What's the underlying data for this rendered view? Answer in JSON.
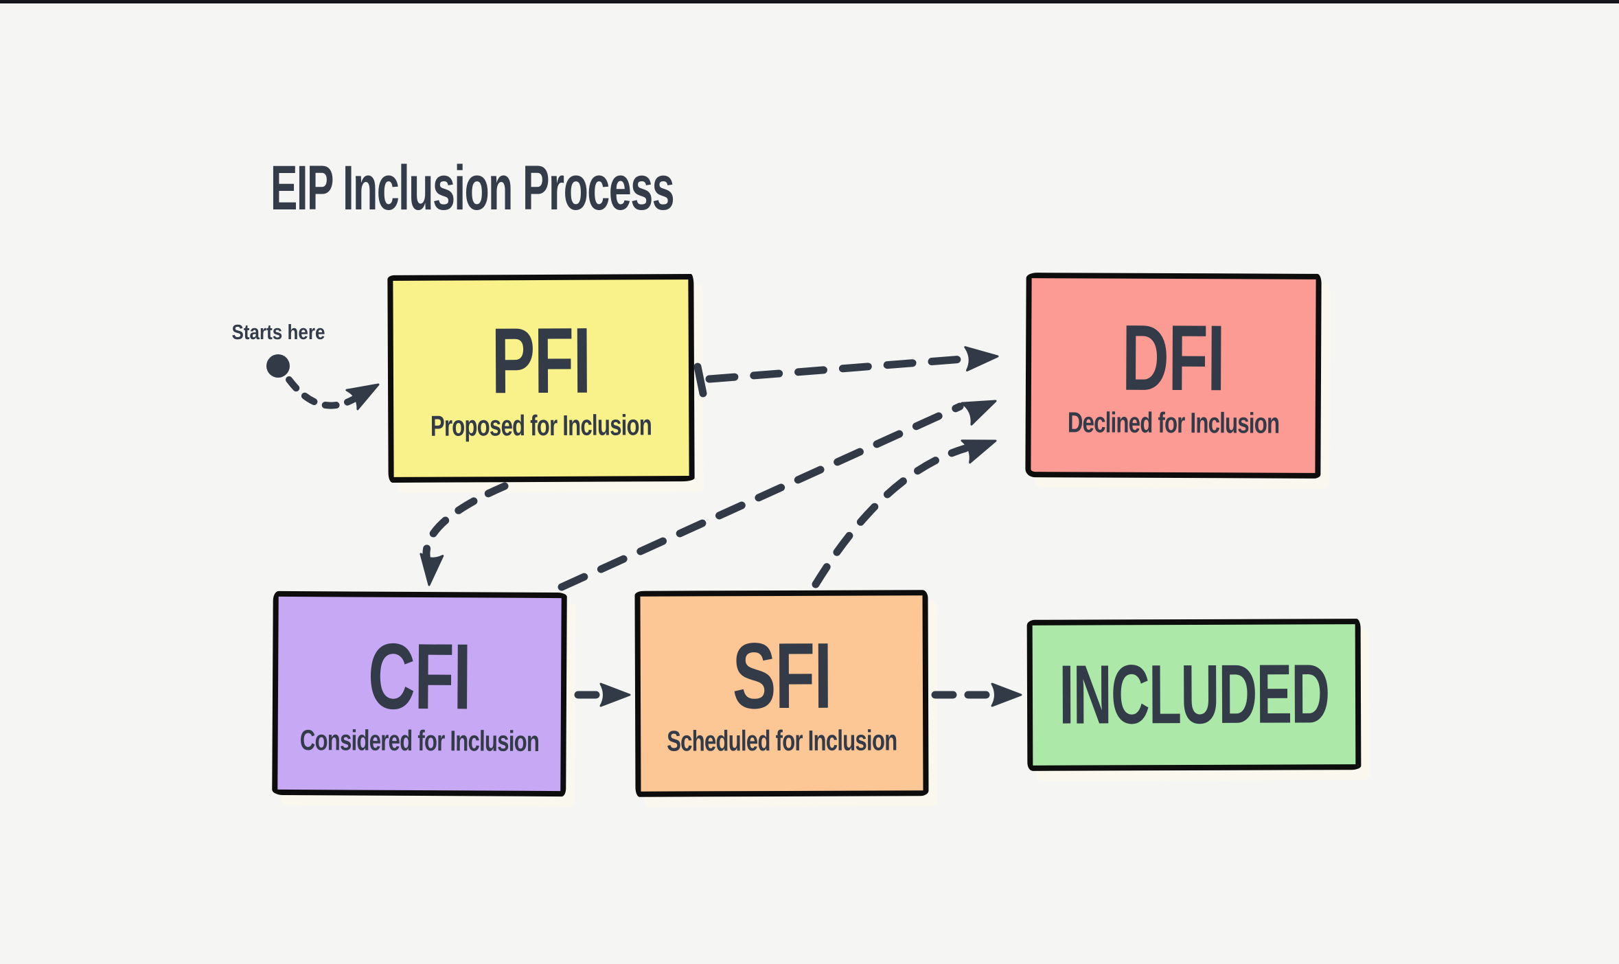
{
  "title": "EIP Inclusion Process",
  "start": {
    "label": "Starts here",
    "points_to": "PFI"
  },
  "nodes": [
    {
      "acronym": "PFI",
      "label": "Proposed for Inclusion",
      "fill": "#f9f28b"
    },
    {
      "acronym": "DFI",
      "label": "Declined for Inclusion",
      "fill": "#fc9a94"
    },
    {
      "acronym": "CFI",
      "label": "Considered for Inclusion",
      "fill": "#c7a8f5"
    },
    {
      "acronym": "SFI",
      "label": "Scheduled for Inclusion",
      "fill": "#fcc794"
    },
    {
      "acronym": "INCLUDED",
      "label": "",
      "fill": "#ace8a8"
    }
  ],
  "edges": [
    {
      "from": "PFI",
      "to": "DFI",
      "style": "dashed",
      "tail": "bar"
    },
    {
      "from": "PFI",
      "to": "CFI",
      "style": "dashed"
    },
    {
      "from": "CFI",
      "to": "SFI",
      "style": "dashed"
    },
    {
      "from": "CFI",
      "to": "DFI",
      "style": "dashed"
    },
    {
      "from": "SFI",
      "to": "DFI",
      "style": "dashed"
    },
    {
      "from": "SFI",
      "to": "INCLUDED",
      "style": "dashed"
    }
  ],
  "colors": {
    "background": "#f5f5f4",
    "ink": "#333a47",
    "box_border": "#0d0d0d",
    "top_bar": "#15161d",
    "box_shadow": "#faf8ee"
  }
}
